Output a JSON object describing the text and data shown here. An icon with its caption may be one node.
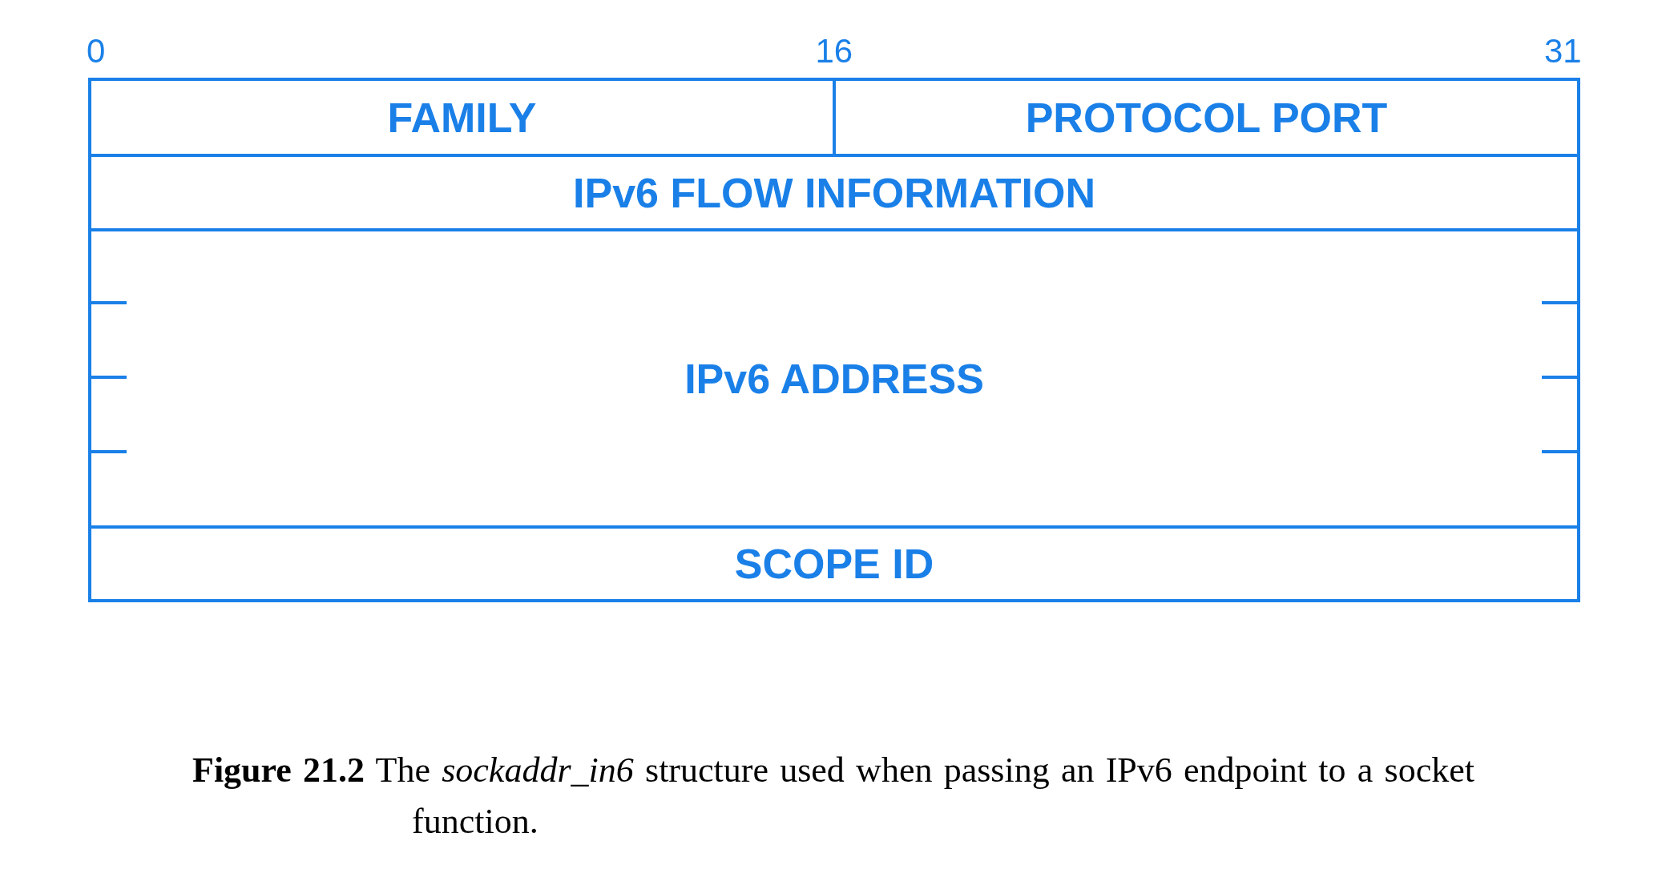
{
  "diagram": {
    "caption": "**Figure 21.2** The *sockaddr_in6* structure used when passing an IPv6 endpoint to a socket function.",
    "nodes": [
      {
        "text": [
          "FAMILY"
        ]
      },
      {
        "text": [
          "PROTOCOL PORT"
        ]
      },
      {
        "text": [
          "IPv6 FLOW INFORMATION"
        ]
      },
      {
        "text": [
          "IPv6 ADDRESS"
        ]
      },
      {
        "text": [
          "SCOPE ID"
        ]
      }
    ],
    "labels": [
      "0",
      "16",
      "31"
    ]
  }
}
